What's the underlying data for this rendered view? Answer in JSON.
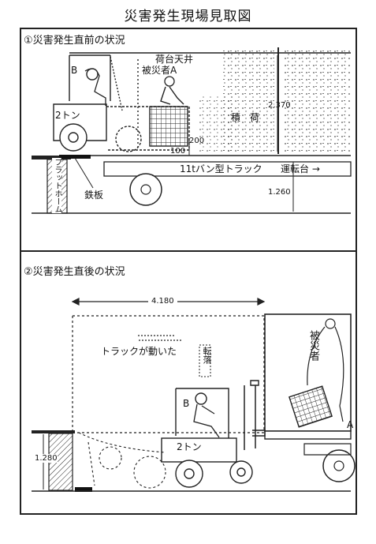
{
  "title": "災害発生現場見取図",
  "panel1": {
    "heading": "①災害発生直前の状況",
    "label_b": "B",
    "label_roof": "荷台天井",
    "label_victim_a": "被災者A",
    "dim_2370": "2.370",
    "label_cargo": "積　荷",
    "label_2ton": "2トン",
    "dim_200": "200",
    "dim_100": "100",
    "label_truck": "11tバン型トラック",
    "label_cab": "運転台 →",
    "label_platform": "プラットホーム",
    "label_plate": "鉄板",
    "dim_1260": "1.260"
  },
  "panel2": {
    "heading": "②災害発生直後の状況",
    "dim_4180": "4.180",
    "label_truck_moved": "トラックが動いた",
    "label_fall": "転落",
    "label_victim": "被災者",
    "label_b": "B",
    "label_2ton": "2トン",
    "label_a": "A",
    "dim_1280": "1.280"
  }
}
